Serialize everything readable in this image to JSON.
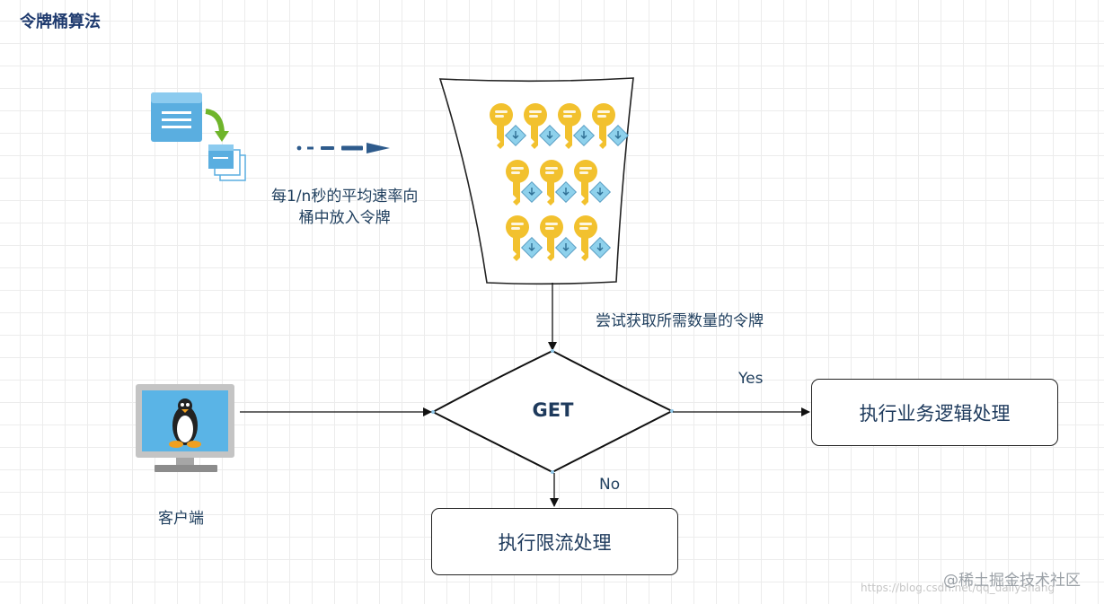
{
  "title": "令牌桶算法",
  "rate_text_line1": "每1/n秒的平均速率向",
  "rate_text_line2": "桶中放入令牌",
  "try_text": "尝试获取所需数量的令牌",
  "decision_label": "GET",
  "yes_label": "Yes",
  "no_label": "No",
  "client_label": "客户端",
  "exec_box": "执行业务逻辑处理",
  "limit_box": "执行限流处理",
  "watermark_logo": "@稀土掘金技术社区",
  "watermark_url": "https://blog.csdn.net/qq_dailyShang",
  "colors": {
    "key_gold": "#f2c12e",
    "key_badge": "#8ed1ec",
    "doc_blue": "#5aaee0",
    "arrow_green": "#6fb52b",
    "dash_blue": "#2e5b8c",
    "monitor_screen": "#5ab4e6",
    "text_navy": "#1e3a5c"
  },
  "icons": [
    "document-transfer-icon",
    "key-icon",
    "linux-monitor-icon"
  ]
}
